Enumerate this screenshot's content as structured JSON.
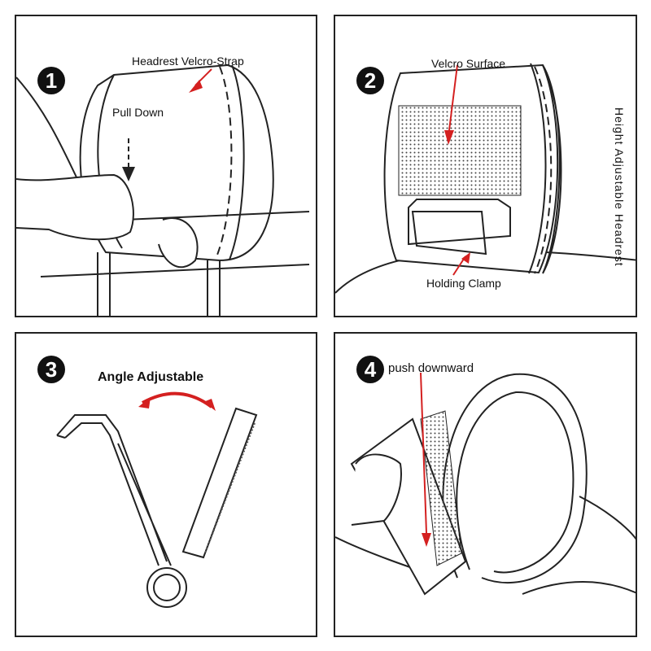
{
  "steps": [
    {
      "number": "1",
      "labels": {
        "strap": "Headrest Velcro-Strap",
        "pull": "Pull Down"
      }
    },
    {
      "number": "2",
      "labels": {
        "surface": "Velcro Surface",
        "clamp": "Holding Clamp",
        "side": "Height Adjustable Headrest"
      }
    },
    {
      "number": "3",
      "labels": {
        "angle": "Angle Adjustable"
      }
    },
    {
      "number": "4",
      "labels": {
        "push": "push downward"
      }
    }
  ],
  "colors": {
    "arrow": "#d42020",
    "line": "#222222"
  }
}
